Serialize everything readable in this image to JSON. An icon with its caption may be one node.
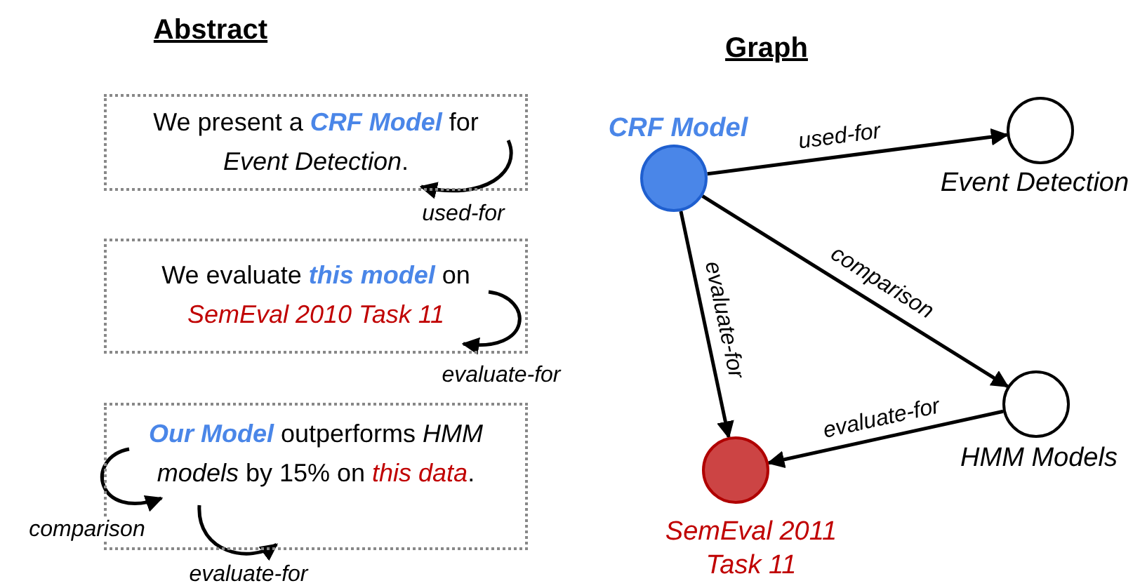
{
  "diagram": {
    "nodes": [
      {
        "text": [
          "We present a **CRF Model** for *Event Detection*."
        ]
      },
      {
        "text": [
          "We evaluate **this model** on *SemEval 2010 Task 11*"
        ]
      },
      {
        "text": [
          "**Our Model** outperforms *HMM models* by 15% on *this data*."
        ]
      },
      {
        "text": [],
        "shape": "circle",
        "beside": [
          "CRF Model"
        ]
      },
      {
        "text": [],
        "shape": "circle",
        "beside": [
          "Event Detection"
        ]
      },
      {
        "text": [],
        "shape": "circle",
        "beside": [
          "HMM Models"
        ]
      },
      {
        "text": [],
        "shape": "circle",
        "beside": [
          "SemEval 2011 Task 11"
        ]
      }
    ],
    "edges": [
      {
        "from": 0,
        "to": 0,
        "arrow": "to",
        "label": "used-for"
      },
      {
        "from": 1,
        "to": 1,
        "arrow": "to",
        "label": "evaluate-for"
      },
      {
        "from": 2,
        "to": 2,
        "arrow": "to",
        "label": "comparison"
      },
      {
        "from": 2,
        "to": 2,
        "arrow": "to",
        "label": "evaluate-for"
      },
      {
        "from": 3,
        "to": 4,
        "arrow": "to",
        "label": "used-for"
      },
      {
        "from": 3,
        "to": 5,
        "arrow": "to",
        "label": "comparison"
      },
      {
        "from": 3,
        "to": 6,
        "arrow": "to",
        "label": "evaluate-for"
      },
      {
        "from": 5,
        "to": 6,
        "arrow": "to",
        "label": "evaluate-for"
      }
    ],
    "labels": [
      "Abstract",
      "Graph"
    ]
  }
}
